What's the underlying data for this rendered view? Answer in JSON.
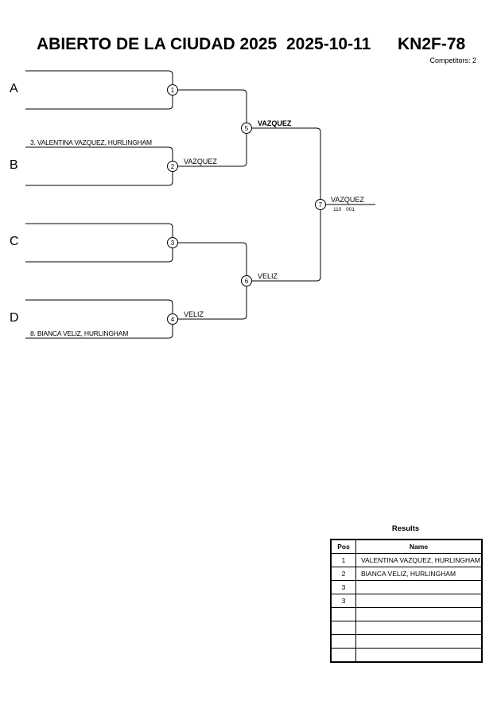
{
  "header": {
    "title": "ABIERTO DE LA CIUDAD 2025",
    "date": "2025-10-11",
    "code": "KN2F-78",
    "competitors": "Competitors: 2"
  },
  "pools": [
    "A",
    "B",
    "C",
    "D"
  ],
  "entries": {
    "b_name": "3. VALENTINA VAZQUEZ, HURLINGHAM",
    "d_name": "8. BIANCA VELIZ, HURLINGHAM"
  },
  "matches": [
    "1",
    "2",
    "3",
    "4",
    "5",
    "6",
    "7"
  ],
  "winners": {
    "m2": "VAZQUEZ",
    "m4": "VELIZ",
    "m5": "VAZQUEZ",
    "m6": "VELIZ",
    "final": "VAZQUEZ",
    "final_score": "110 001"
  },
  "results": {
    "title": "Results",
    "headers": {
      "pos": "Pos",
      "name": "Name"
    },
    "rows": [
      {
        "pos": "1",
        "name": "VALENTINA VAZQUEZ, HURLINGHAM"
      },
      {
        "pos": "2",
        "name": "BIANCA VELIZ, HURLINGHAM"
      },
      {
        "pos": "3",
        "name": ""
      },
      {
        "pos": "3",
        "name": ""
      },
      {
        "pos": "",
        "name": ""
      },
      {
        "pos": "",
        "name": ""
      },
      {
        "pos": "",
        "name": ""
      },
      {
        "pos": "",
        "name": ""
      }
    ]
  }
}
